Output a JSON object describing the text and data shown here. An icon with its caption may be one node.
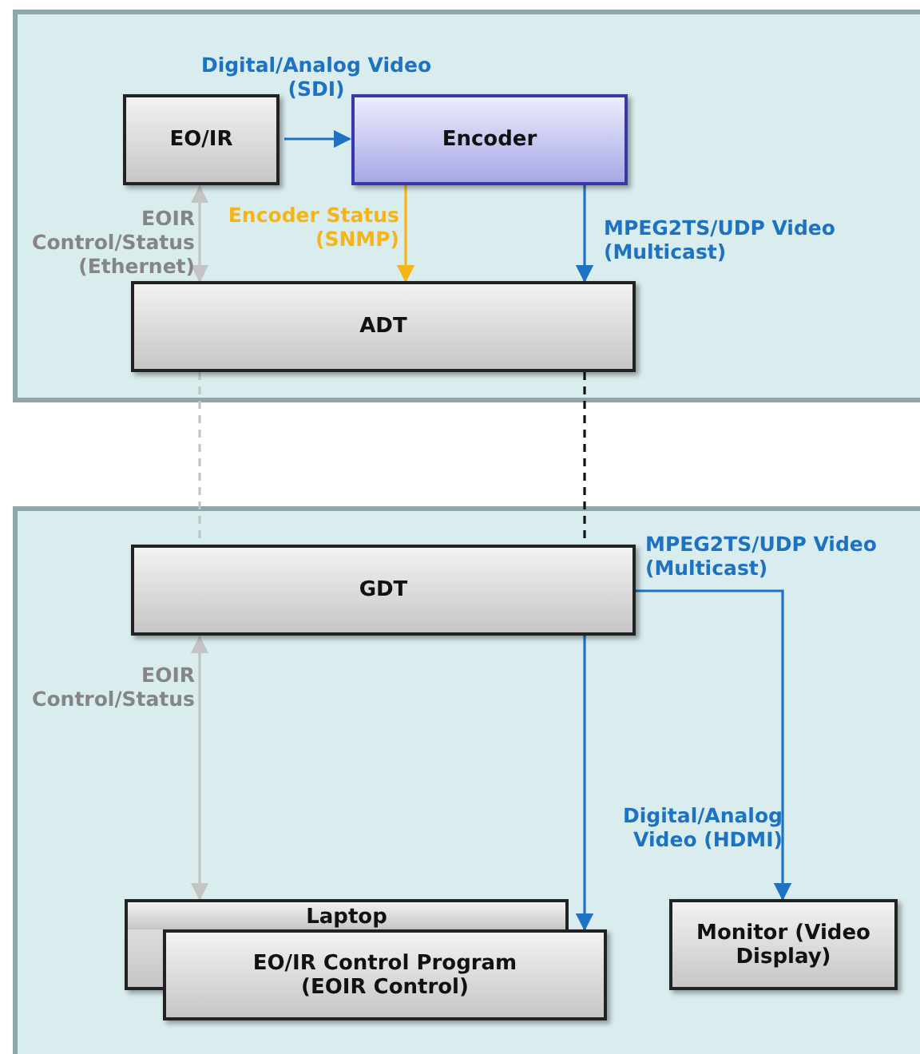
{
  "diagram": {
    "nodes": [
      {
        "text": [],
        "shape": "box"
      },
      {
        "text": [
          "EO/IR"
        ],
        "in": 0
      },
      {
        "text": [
          "Encoder"
        ],
        "in": 0
      },
      {
        "text": [
          "ADT"
        ],
        "in": 0
      },
      {
        "text": [],
        "shape": "box"
      },
      {
        "text": [
          "GDT"
        ],
        "in": 4
      },
      {
        "text": [
          "Laptop"
        ],
        "in": 4
      },
      {
        "text": [
          "EO/IR Control Program (EOIR Control)"
        ],
        "in": 4
      },
      {
        "text": [
          "Monitor (Video Display)"
        ],
        "in": 4
      }
    ],
    "edges": [
      {
        "from": 1,
        "to": 2,
        "arrow": "to",
        "label": "Digital/Analog Video (SDI)"
      },
      {
        "from": 2,
        "to": 3,
        "arrow": "to",
        "label": "Encoder Status (SNMP)",
        "color": "#f5b516"
      },
      {
        "from": 2,
        "to": 3,
        "arrow": "to",
        "label": "MPEG2TS/UDP Video (Multicast)"
      },
      {
        "from": 1,
        "to": 3,
        "arrow": "both",
        "label": "EOIR Control/Status (Ethernet)",
        "color": "#c4c4c4"
      },
      {
        "from": 3,
        "to": 5,
        "arrow": "none",
        "style": "dashed",
        "color": "#c4c4c4"
      },
      {
        "from": 3,
        "to": 5,
        "arrow": "none",
        "style": "dashed",
        "color": "#111111"
      },
      {
        "from": 5,
        "to": 6,
        "arrow": "both",
        "label": "EOIR Control/Status",
        "color": "#c4c4c4"
      },
      {
        "from": 5,
        "to": 7,
        "arrow": "to"
      },
      {
        "from": 5,
        "to": 8,
        "arrow": "to",
        "label": "Digital/Analog Video (HDMI)"
      }
    ],
    "labels": [
      "MPEG2TS/UDP Video (Multicast)"
    ]
  }
}
